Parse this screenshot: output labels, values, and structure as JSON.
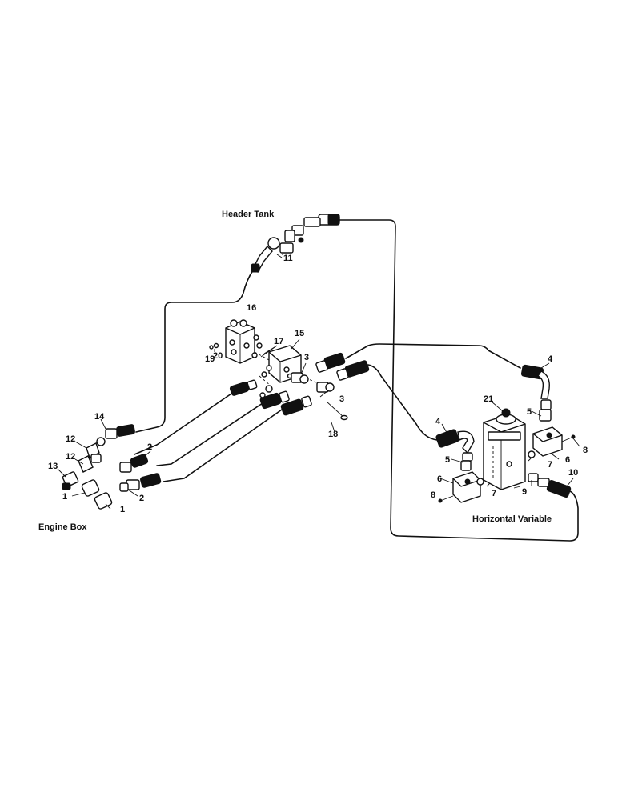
{
  "labels": {
    "header_tank": "Header Tank",
    "engine_box": "Engine Box",
    "horizontal_variable": "Horizontal Variable"
  },
  "callouts": [
    "1",
    "1",
    "2",
    "2",
    "3",
    "3",
    "4",
    "4",
    "5",
    "5",
    "6",
    "6",
    "7",
    "7",
    "8",
    "8",
    "9",
    "10",
    "11",
    "12",
    "12",
    "13",
    "14",
    "15",
    "16",
    "17",
    "18",
    "19",
    "20",
    "21"
  ]
}
